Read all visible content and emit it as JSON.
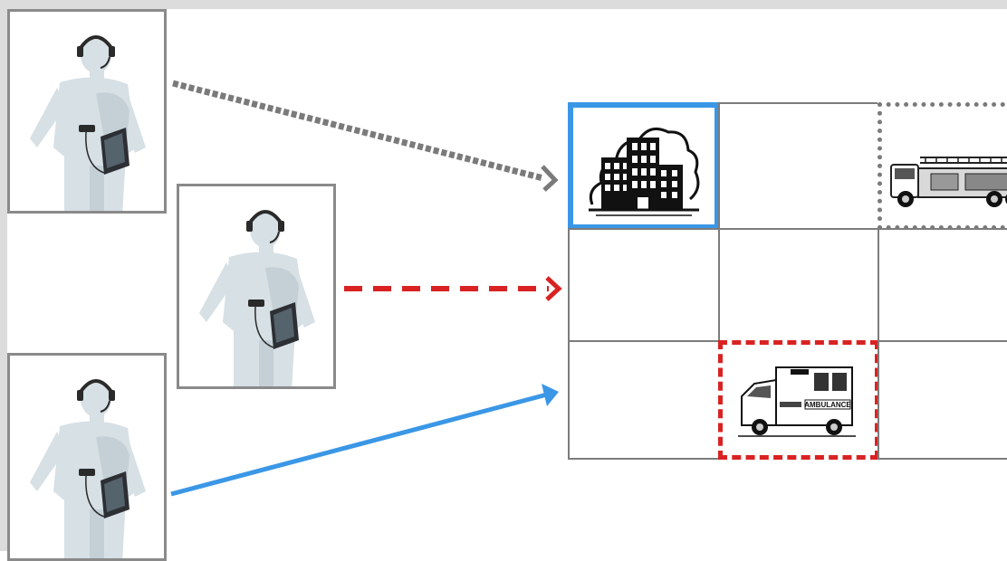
{
  "diagram": {
    "operators": [
      {
        "id": "operator-1",
        "icon": "operator-headset-icon"
      },
      {
        "id": "operator-2",
        "icon": "operator-headset-icon"
      },
      {
        "id": "operator-3",
        "icon": "operator-headset-icon"
      }
    ],
    "links": [
      {
        "from": "operator-1",
        "to": "cell-1-1",
        "style": "dotted",
        "color": "#7a7a7a"
      },
      {
        "from": "operator-2",
        "to": "cell-2-1",
        "style": "dashed",
        "color": "#d92222"
      },
      {
        "from": "operator-3",
        "to": "cell-3-1",
        "style": "solid",
        "color": "#3a97e6"
      }
    ],
    "grid": {
      "rows": 3,
      "cols": 3,
      "cells": [
        {
          "id": "cell-1-1",
          "icon": "office-building-icon",
          "highlight": "blue-solid"
        },
        {
          "id": "cell-1-3",
          "icon": "fire-truck-icon",
          "highlight": "gray-dotted"
        },
        {
          "id": "cell-3-2",
          "icon": "ambulance-icon",
          "highlight": "red-dashed",
          "label": "AMBULANCE"
        }
      ]
    }
  },
  "colors": {
    "background": "#ffffff",
    "frame": "#dcdcdc",
    "grid_line": "#7c7c7c",
    "blue": "#3a97e6",
    "red": "#d92222",
    "gray": "#7a7a7a"
  }
}
